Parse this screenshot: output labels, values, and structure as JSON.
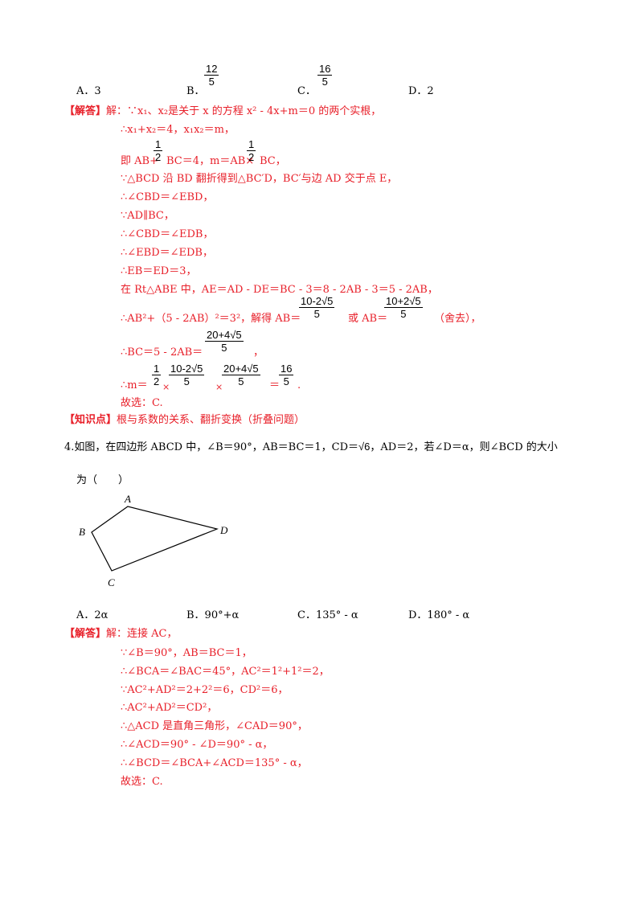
{
  "q3": {
    "options": {
      "a": "A．3",
      "b_label": "B．",
      "b_num": "12",
      "b_den": "5",
      "c_label": "C．",
      "c_num": "16",
      "c_den": "5",
      "d": "D．2"
    },
    "answer_tag": "【解答】",
    "lines": {
      "l1": "解：∵x₁、x₂是关于 x 的方程 x² - 4x+m＝0 的两个实根，",
      "l2": "∴x₁+x₂＝4，x₁x₂＝m，",
      "l3a": "即 AB+",
      "l3b": "BC＝4，m＝AB×",
      "l3c": "BC，",
      "l4": "∵△BCD 沿 BD 翻折得到△BC′D，BC′与边 AD 交于点 E，",
      "l5": "∴∠CBD＝∠EBD，",
      "l6": "∵AD∥BC，",
      "l7": "∴∠CBD＝∠EDB，",
      "l8": "∴∠EBD＝∠EDB，",
      "l9": "∴EB＝ED＝3，",
      "l10": "在 Rt△ABE 中，AE＝AD - DE＝BC - 3＝8 - 2AB - 3＝5 - 2AB，",
      "l11a": "∴AB²+（5 - 2AB）²＝3²，解得 AB＝",
      "l11b": "或 AB＝",
      "l11c": "（舍去），",
      "l12a": "∴BC＝5 - 2AB＝",
      "l12b": "，",
      "l13a": "∴m＝",
      "l13x1": "×",
      "l13x2": "×",
      "l13eq": "＝",
      "l13end": ".",
      "l14": "故选：C."
    },
    "fractions": {
      "half_num": "1",
      "half_den": "2",
      "f1_num": "10-2√5",
      "f1_den": "5",
      "f2_num": "10+2√5",
      "f2_den": "5",
      "f3_num": "20+4√5",
      "f3_den": "5",
      "f4_num": "16",
      "f4_den": "5"
    },
    "knowledge_tag": "【知识点】",
    "knowledge": "根与系数的关系、翻折变换（折叠问题）"
  },
  "q4": {
    "stem_a": "4.如图，在四边形 ABCD 中，∠B＝90°，AB＝BC＝1，CD＝",
    "sqrt6": "√6",
    "stem_b": "，AD＝2，若∠D＝α，则∠BCD 的大小",
    "stem_c": "为（　　）",
    "figure_labels": {
      "a": "A",
      "b": "B",
      "c": "C",
      "d": "D"
    },
    "options": {
      "a": "A．2α",
      "b": "B．90°+α",
      "c": "C．135° - α",
      "d": "D．180° - α"
    },
    "answer_tag": "【解答】",
    "lines": {
      "l1": "解：连接 AC，",
      "l2": "∵∠B＝90°，AB＝BC＝1，",
      "l3": "∴∠BCA＝∠BAC＝45°，AC²＝1²+1²＝2，",
      "l4": "∵AC²+AD²＝2+2²＝6，CD²＝6，",
      "l5": "∴AC²+AD²＝CD²，",
      "l6": "∴△ACD 是直角三角形，∠CAD＝90°，",
      "l7": "∴∠ACD＝90° - ∠D＝90° - α，",
      "l8": "∴∠BCD＝∠BCA+∠ACD＝135° - α，",
      "l9": "故选：C."
    }
  }
}
